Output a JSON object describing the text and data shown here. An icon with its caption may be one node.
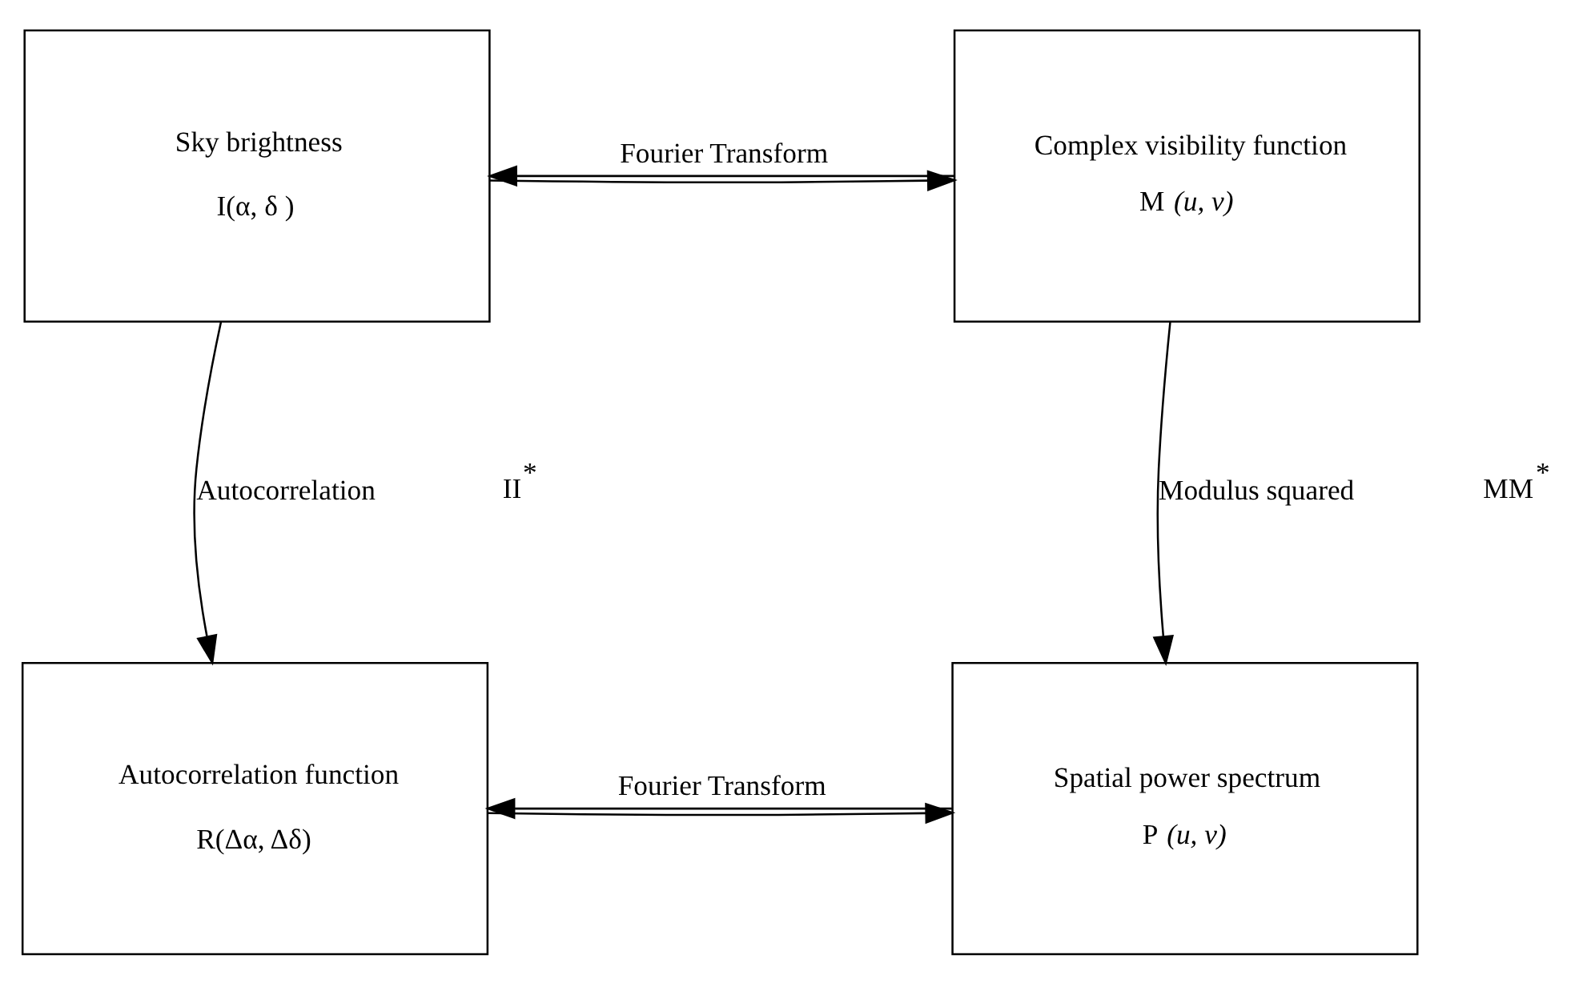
{
  "diagram": {
    "nodes": [
      {
        "text": [
          "Sky brightness",
          "I(α, δ )"
        ]
      },
      {
        "text": [
          "Complex visibility function",
          "M *(u, v)*"
        ]
      },
      {
        "text": [
          "Autocorrelation function",
          "R(Δα, Δδ)"
        ]
      },
      {
        "text": [
          "Spatial power spectrum",
          "P *(u, v)*"
        ]
      }
    ],
    "edges": [
      {
        "from": 1,
        "to": 0,
        "arrow": "to",
        "label": "Fourier Transform"
      },
      {
        "from": 0,
        "to": 1,
        "arrow": "to"
      },
      {
        "from": 0,
        "to": 2,
        "arrow": "to",
        "label": "Autocorrelation"
      },
      {
        "from": 1,
        "to": 3,
        "arrow": "to",
        "label": "Modulus squared"
      },
      {
        "from": 3,
        "to": 2,
        "arrow": "to",
        "label": "Fourier Transform"
      },
      {
        "from": 2,
        "to": 3,
        "arrow": "to"
      }
    ],
    "labels": [
      "II$^{*}$",
      "MM$^{*}$"
    ]
  }
}
